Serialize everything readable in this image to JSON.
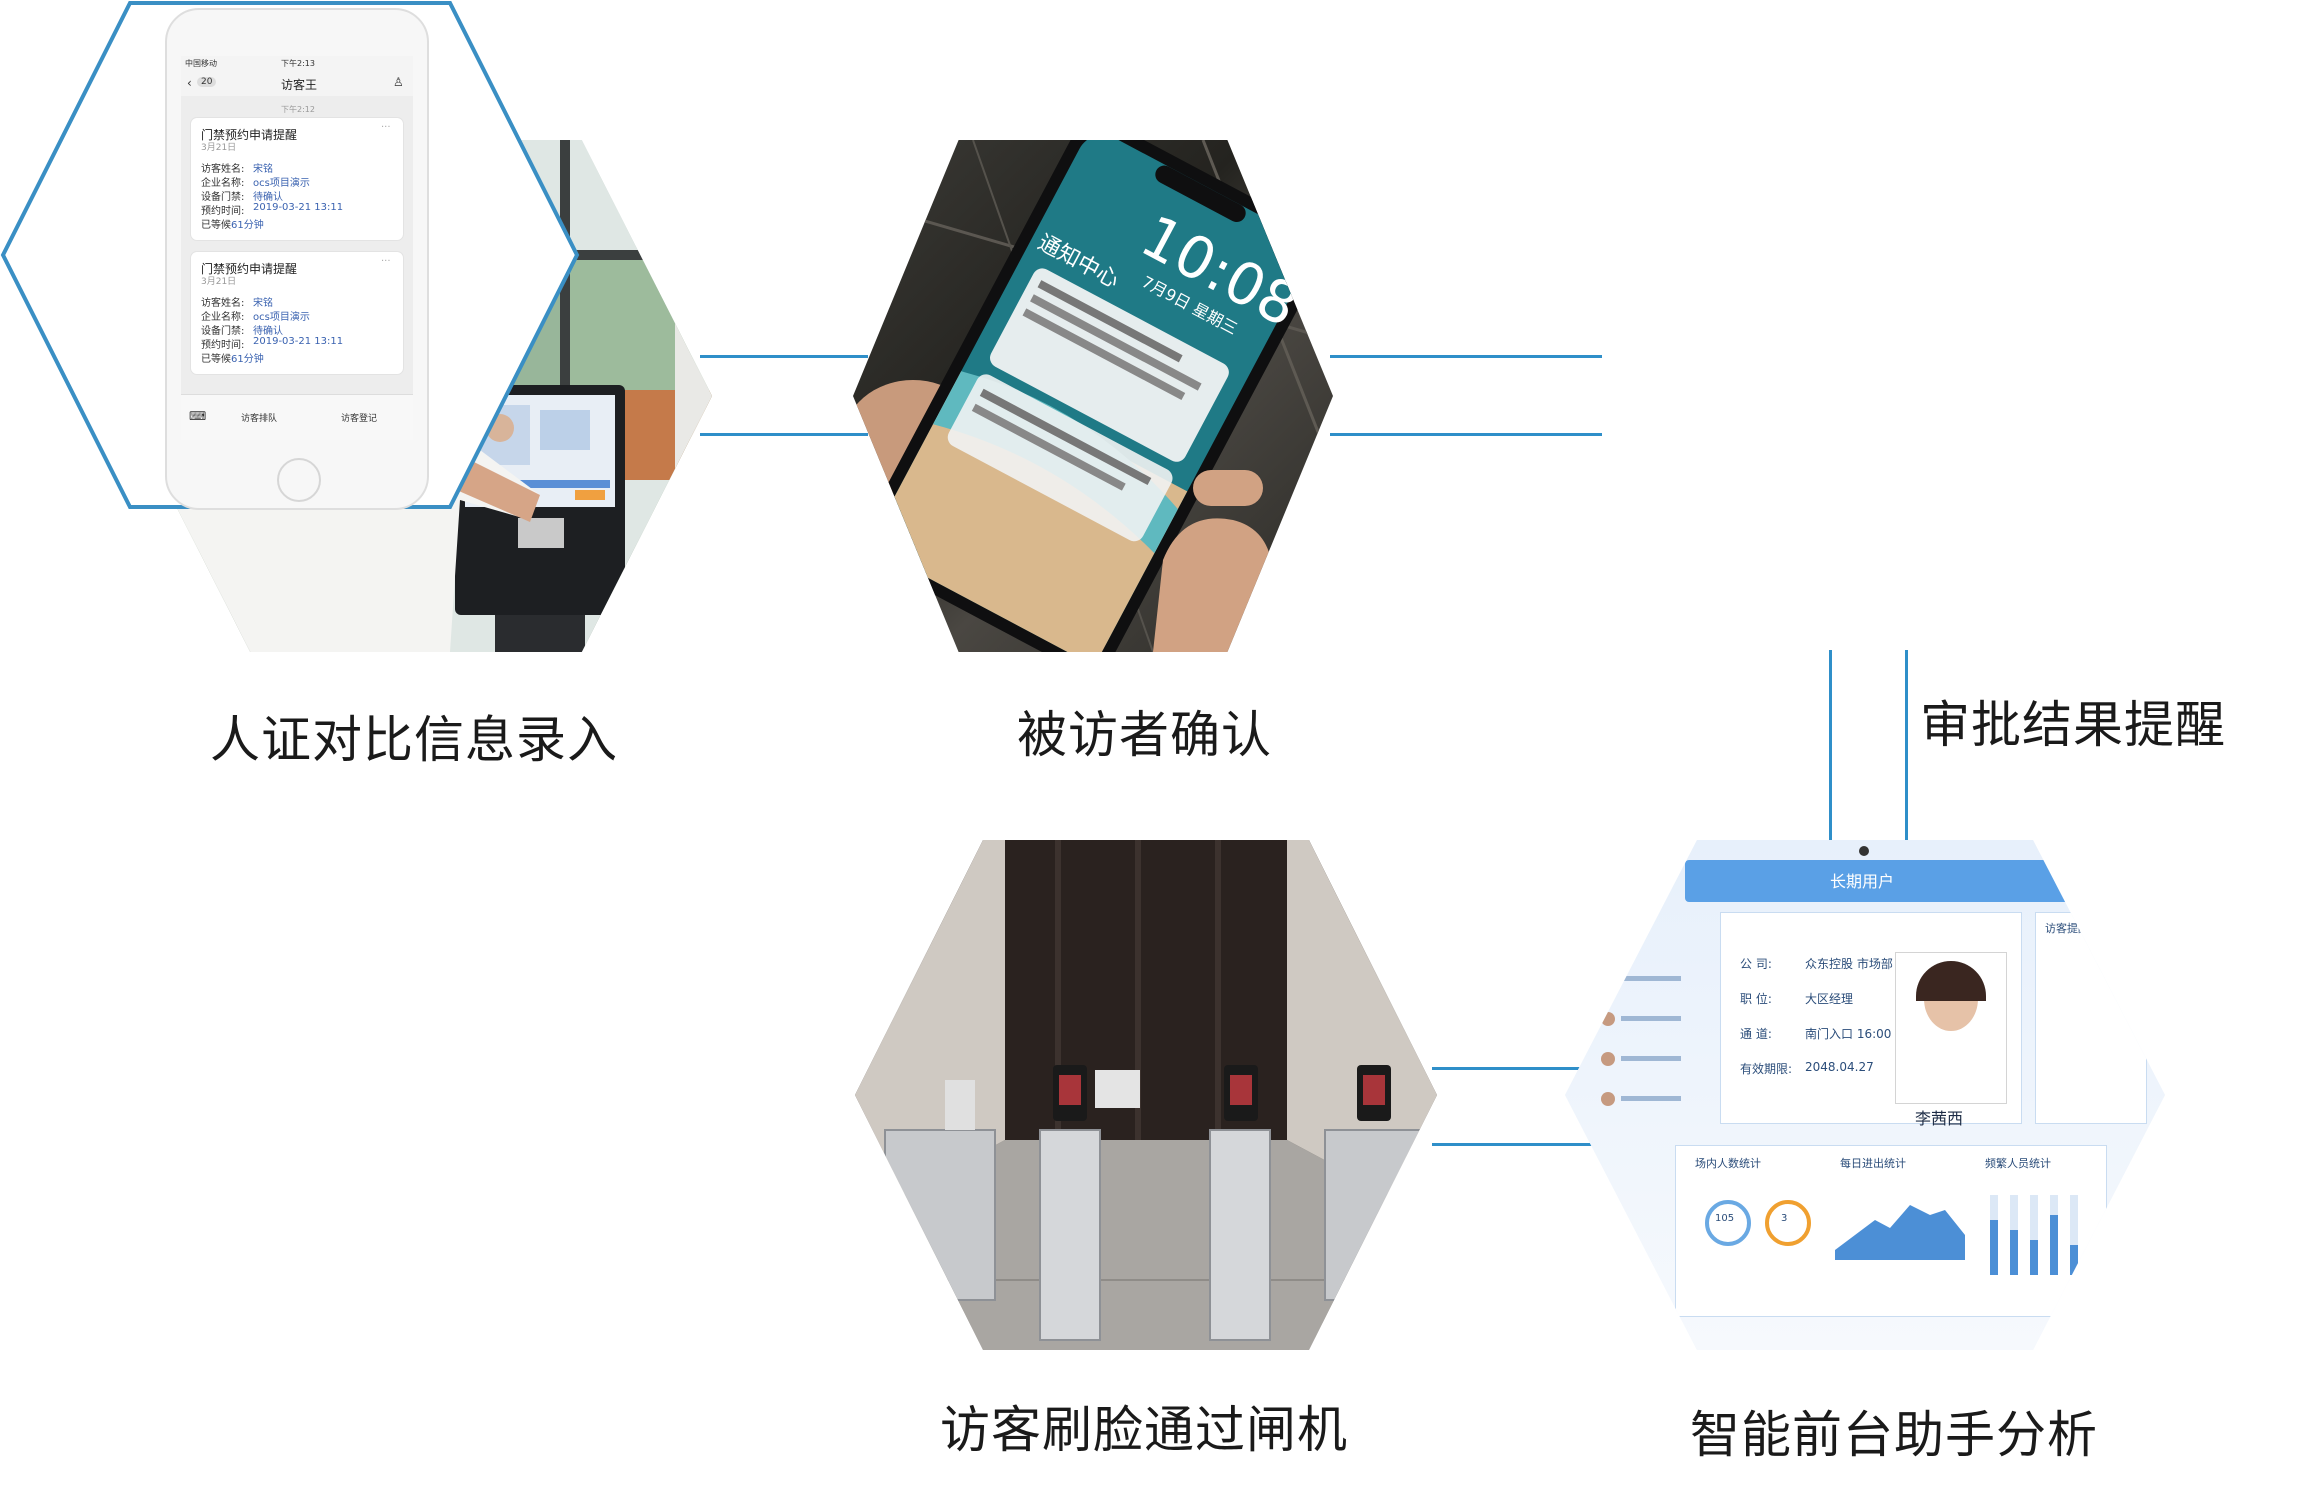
{
  "captions": {
    "step1": "人证对比信息录入",
    "step2": "被访者确认",
    "step3": "审批结果提醒",
    "step4": "访客刷脸通过闸机",
    "step5": "智能前台助手分析"
  },
  "phone_lock": {
    "time": "10:08",
    "date": "7月9日 星期三",
    "notification_center": "通知中心"
  },
  "app": {
    "status_carrier": "中国移动",
    "status_time": "下午2:13",
    "back_count": "20",
    "title": "访客王",
    "sub_time": "下午2:12",
    "cards": [
      {
        "title": "门禁预约申请提醒",
        "date": "3月21日",
        "rows": [
          {
            "k": "访客姓名:",
            "v": "宋铭"
          },
          {
            "k": "企业名称:",
            "v": "ocs项目演示"
          },
          {
            "k": "设备门禁:",
            "v": "待确认"
          },
          {
            "k": "预约时间:",
            "v": "2019-03-21 13:11"
          },
          {
            "k": "已等候",
            "v": "61分钟"
          }
        ]
      },
      {
        "title": "门禁预约申请提醒",
        "date": "3月21日",
        "rows": [
          {
            "k": "访客姓名:",
            "v": "宋铭"
          },
          {
            "k": "企业名称:",
            "v": "ocs项目演示"
          },
          {
            "k": "设备门禁:",
            "v": "待确认"
          },
          {
            "k": "预约时间:",
            "v": "2019-03-21 13:11"
          },
          {
            "k": "已等候",
            "v": "61分钟"
          }
        ]
      }
    ],
    "tab_left": "访客排队",
    "tab_right": "访客登记"
  },
  "dashboard": {
    "banner": "长期用户",
    "company_label": "公  司:",
    "company_value": "众东控股  市场部",
    "position_label": "职  位:",
    "position_value": "大区经理",
    "channel_label": "通  道:",
    "channel_value": "南门入口  16:00",
    "valid_label": "有效期限:",
    "valid_value": "2048.04.27",
    "person_name": "李茜西",
    "reminder_title": "访客提醒",
    "stats": [
      "场内人数统计",
      "每日进出统计",
      "频繁人员统计"
    ],
    "ring_values": [
      "105",
      "3"
    ]
  },
  "colors": {
    "connector": "#2f8fc9",
    "hex_outline": "#3a8fc4",
    "dashboard_accent": "#3f8ed8"
  }
}
